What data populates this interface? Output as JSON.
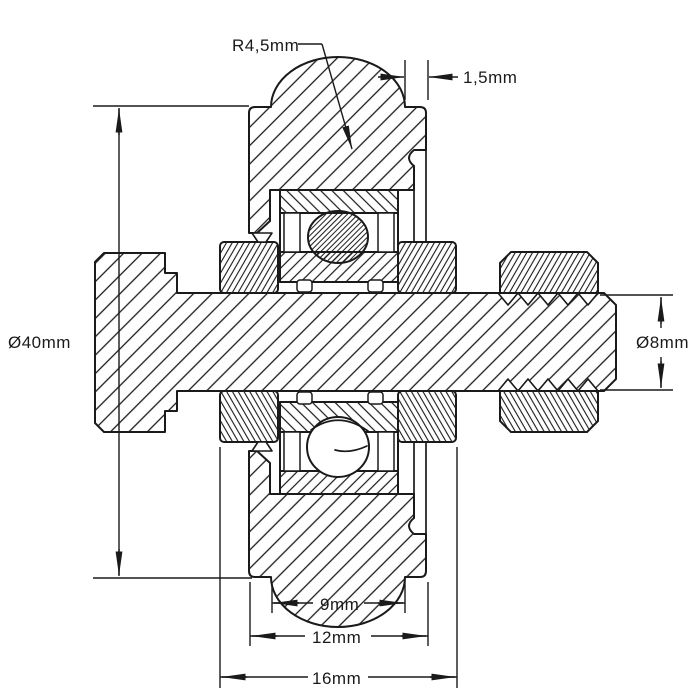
{
  "page": {
    "background": "#ffffff",
    "line_color": "#1a1a1a",
    "description_labels": {
      "groove_radius": "R4,5mm",
      "rim_flange_width": "1,5mm",
      "wheel_outer_diameter": "Ø40mm",
      "shaft_diameter": "Ø8mm",
      "groove_opening_width": "9mm",
      "hub_width": "12mm",
      "overall_width": "16mm"
    }
  }
}
